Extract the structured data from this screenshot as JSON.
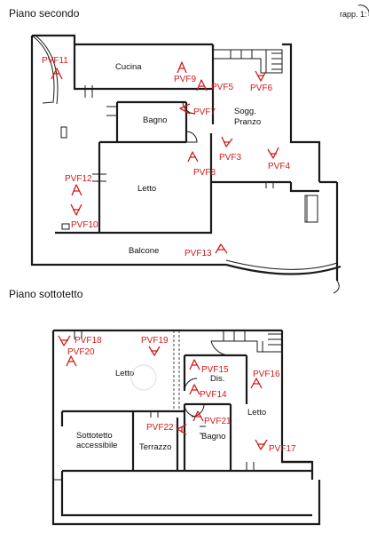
{
  "titles": {
    "floor_1": "Piano secondo",
    "floor_2": "Piano sottotetto",
    "scale": "rapp. 1:"
  },
  "rooms": {
    "cucina": "Cucina",
    "bagno_1": "Bagno",
    "sogg_line1": "Sogg.",
    "sogg_line2": "Pranzo",
    "letto_1": "Letto",
    "balcone": "Balcone",
    "letto_2": "Letto",
    "dis": "Dis.",
    "letto_3": "Letto",
    "sottotetto_line1": "Sottotetto",
    "sottotetto_line2": "accessibile",
    "terrazzo": "Terrazzo",
    "bagno_2": "Bagno"
  },
  "viewpoints": [
    {
      "label": "PVF11"
    },
    {
      "label": "PVF9"
    },
    {
      "label": "PVF5"
    },
    {
      "label": "PVF6"
    },
    {
      "label": "PVF7"
    },
    {
      "label": "PVF8"
    },
    {
      "label": "PVF3"
    },
    {
      "label": "PVF4"
    },
    {
      "label": "PVF12"
    },
    {
      "label": "PVF10"
    },
    {
      "label": "PVF13"
    },
    {
      "label": "PVF18"
    },
    {
      "label": "PVF20"
    },
    {
      "label": "PVF19"
    },
    {
      "label": "PVF15"
    },
    {
      "label": "PVF14"
    },
    {
      "label": "PVF16"
    },
    {
      "label": "PVF22"
    },
    {
      "label": "PVF21"
    },
    {
      "label": "PVF17"
    }
  ],
  "colors": {
    "walls": "#1a1a1a",
    "viewpoint_markers": "#d11a1a"
  }
}
